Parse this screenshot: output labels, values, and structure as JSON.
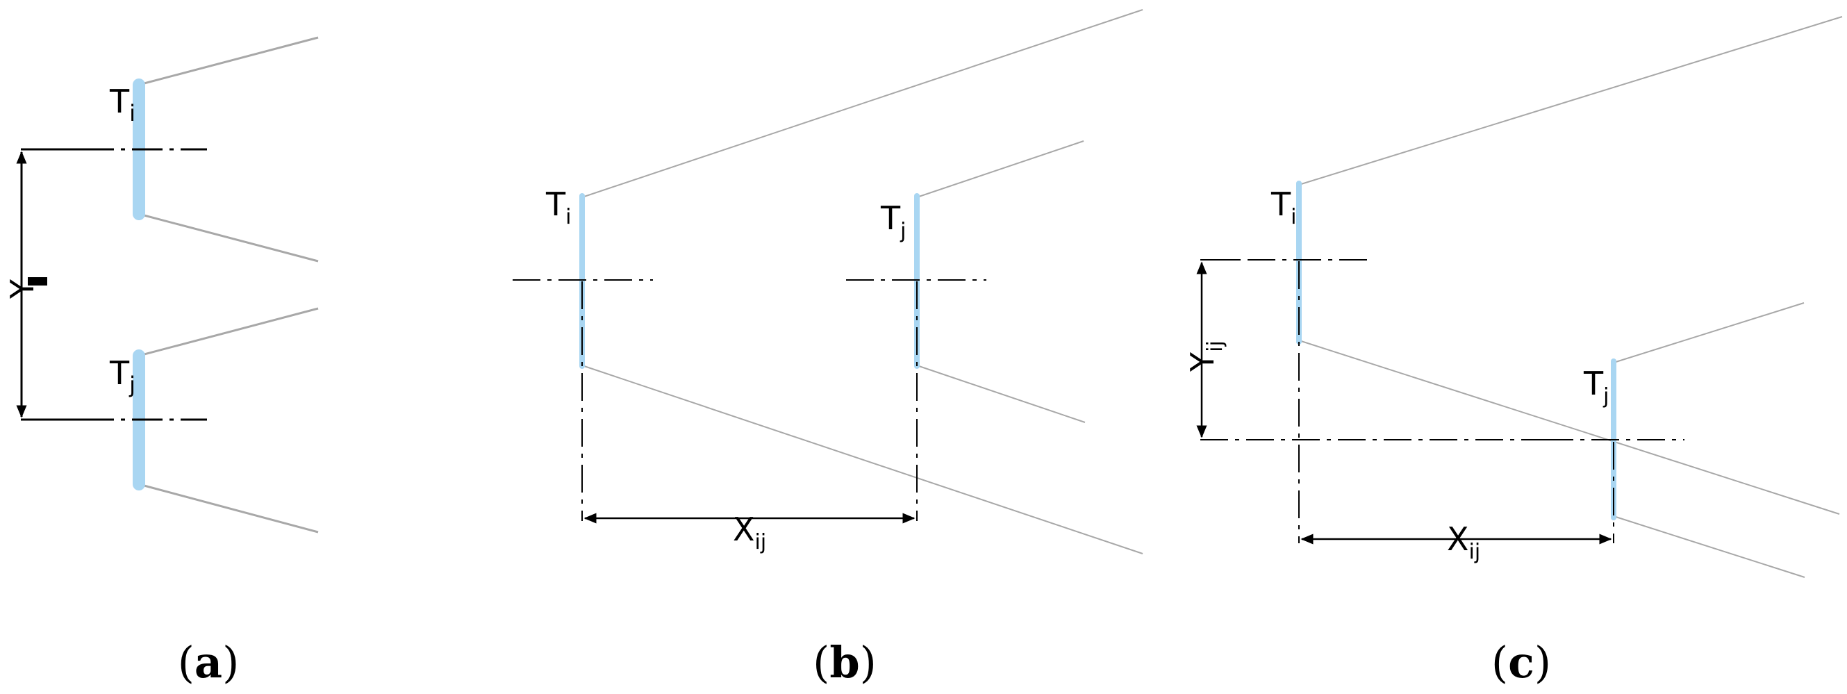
{
  "colors": {
    "blade": "#a9d6f2",
    "wake_line": "#a8a8a8",
    "axis_line": "#000000",
    "background": "#ffffff"
  },
  "panels": [
    {
      "id": "a",
      "caption_letter": "a",
      "labels": {
        "turbine_i_main": "T",
        "turbine_i_sub": "i",
        "turbine_j_main": "T",
        "turbine_j_sub": "j",
        "y_dim_main": "Y"
      }
    },
    {
      "id": "b",
      "caption_letter": "b",
      "labels": {
        "turbine_i_main": "T",
        "turbine_i_sub": "i",
        "turbine_j_main": "T",
        "turbine_j_sub": "j",
        "x_dim_main": "X",
        "x_dim_sub": "ij"
      }
    },
    {
      "id": "c",
      "caption_letter": "c",
      "labels": {
        "turbine_i_main": "T",
        "turbine_i_sub": "i",
        "turbine_j_main": "T",
        "turbine_j_sub": "j",
        "x_dim_main": "X",
        "x_dim_sub": "ij",
        "y_dim_main": "Y",
        "y_dim_sub": "ij"
      }
    }
  ]
}
